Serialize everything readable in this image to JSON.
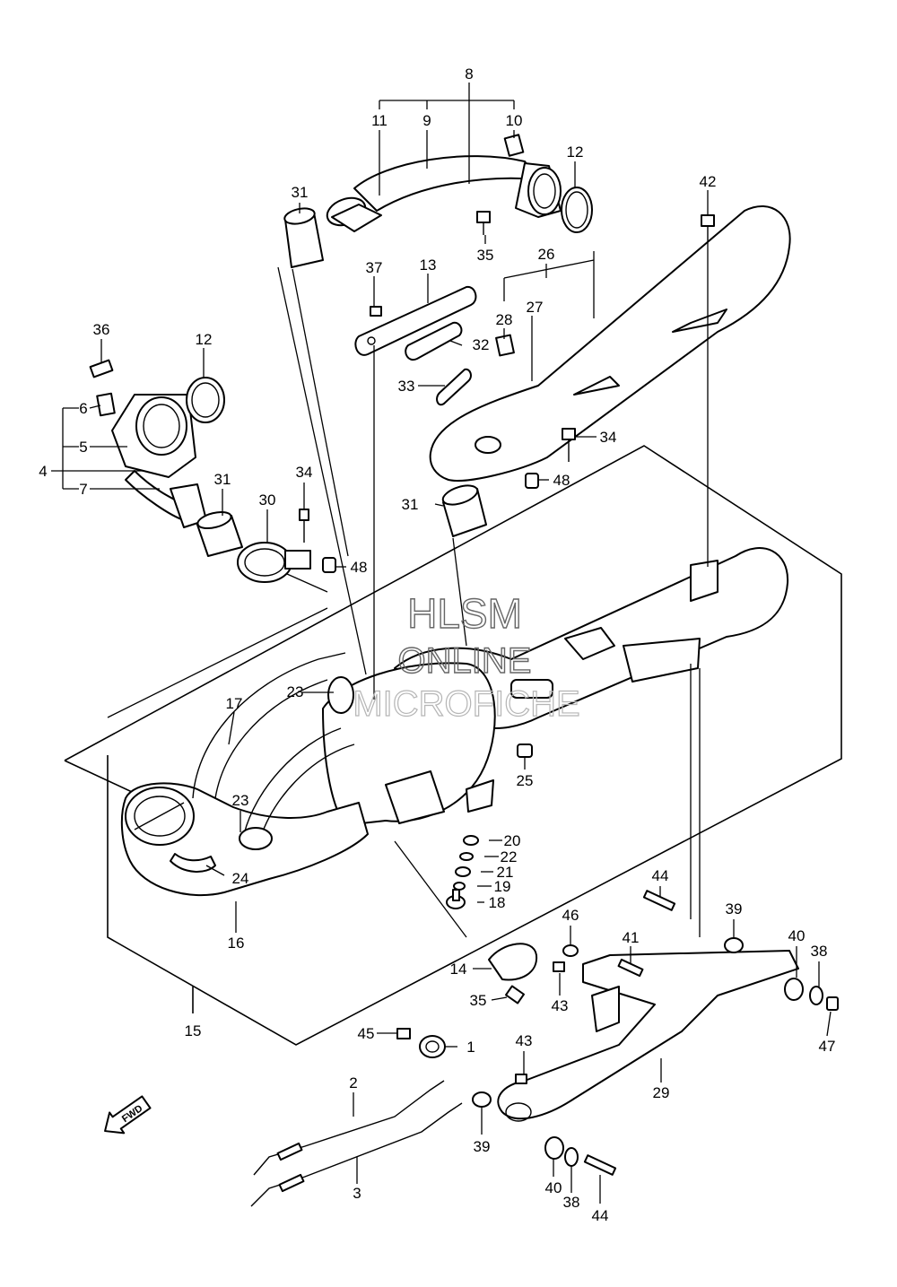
{
  "watermark": {
    "line1": "HLSM",
    "line2": "ONLINE",
    "line3": "MICROFICHE"
  },
  "direction_label": "FWD",
  "callouts": {
    "c1": "1",
    "c2": "2",
    "c3": "3",
    "c4": "4",
    "c5": "5",
    "c6": "6",
    "c7": "7",
    "c8": "8",
    "c9": "9",
    "c10": "10",
    "c11": "11",
    "c12a": "12",
    "c12b": "12",
    "c13": "13",
    "c14": "14",
    "c15": "15",
    "c16": "16",
    "c17": "17",
    "c18": "18",
    "c19": "19",
    "c20": "20",
    "c21": "21",
    "c22": "22",
    "c23a": "23",
    "c23b": "23",
    "c24": "24",
    "c25": "25",
    "c26": "26",
    "c27": "27",
    "c28": "28",
    "c29": "29",
    "c30": "30",
    "c31a": "31",
    "c31b": "31",
    "c31c": "31",
    "c32": "32",
    "c33": "33",
    "c34a": "34",
    "c34b": "34",
    "c35a": "35",
    "c35b": "35",
    "c36": "36",
    "c37": "37",
    "c38a": "38",
    "c38b": "38",
    "c39a": "39",
    "c39b": "39",
    "c40a": "40",
    "c40b": "40",
    "c41": "41",
    "c42": "42",
    "c43a": "43",
    "c43b": "43",
    "c44a": "44",
    "c44b": "44",
    "c45": "45",
    "c46": "46",
    "c47": "47",
    "c48a": "48",
    "c48b": "48"
  }
}
